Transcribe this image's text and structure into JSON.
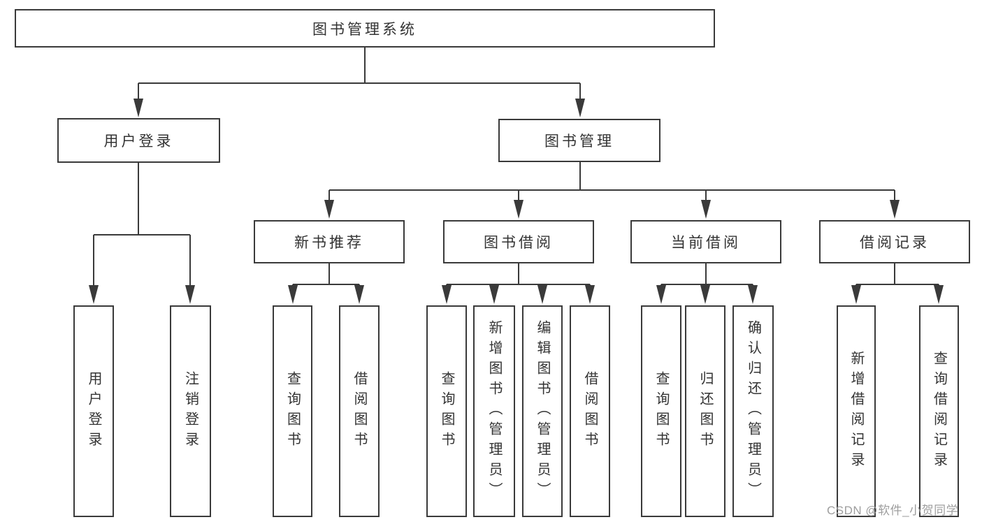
{
  "diagram_title": {
    "label": "图书管理系统"
  },
  "branches": {
    "user_login": {
      "label": "用户登录",
      "children": {
        "login": {
          "label": "用户登录"
        },
        "logout": {
          "label": "注销登录"
        }
      }
    },
    "book_mgmt": {
      "label": "图书管理",
      "sections": {
        "new_books": {
          "label": "新书推荐",
          "children": {
            "query_books": {
              "label": "查询图书"
            },
            "borrow_books": {
              "label": "借阅图书"
            }
          }
        },
        "book_borrow": {
          "label": "图书借阅",
          "children": {
            "query_books": {
              "label": "查询图书"
            },
            "add_books": {
              "label": "新增图书（管理员）"
            },
            "edit_books": {
              "label": "编辑图书（管理员）"
            },
            "borrow_books": {
              "label": "借阅图书"
            }
          }
        },
        "current_borrow": {
          "label": "当前借阅",
          "children": {
            "query_books": {
              "label": "查询图书"
            },
            "return_books": {
              "label": "归还图书"
            },
            "confirm_return": {
              "label": "确认归还（管理员）"
            }
          }
        },
        "borrow_records": {
          "label": "借阅记录",
          "children": {
            "add_record": {
              "label": "新增借阅记录"
            },
            "query_record": {
              "label": "查询借阅记录"
            }
          }
        }
      }
    }
  },
  "watermark": {
    "text": "CSDN @软件_小贺同学"
  },
  "colors": {
    "line": "#3a3a3a",
    "border": "#3a3a3a",
    "text": "#333333",
    "background": "#ffffff",
    "watermark": "#9e9e9e"
  }
}
